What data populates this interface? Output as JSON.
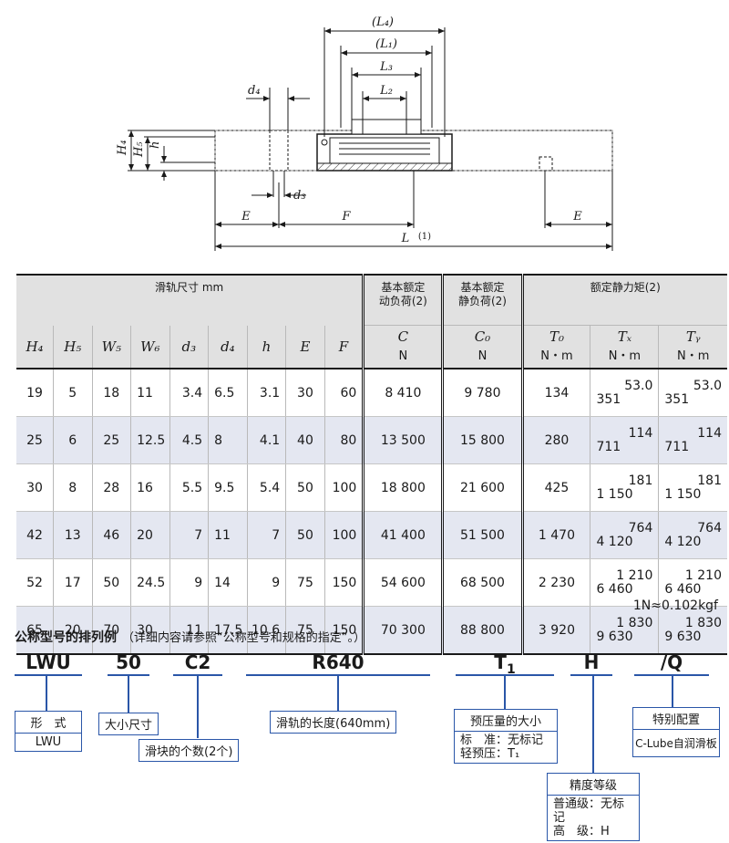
{
  "drawing": {
    "labels": {
      "L4": "(L₄)",
      "L1": "(L₁)",
      "L3": "L₃",
      "L2": "L₂",
      "d4": "d₄",
      "d3": "d₃",
      "H4": "H₄",
      "H5": "H₅",
      "h": "h",
      "E": "E",
      "F": "F",
      "L": "L",
      "L_note": "(1)"
    }
  },
  "table": {
    "group_headers": {
      "rail": "滑轨尺寸 mm",
      "dyn_line1": "基本额定",
      "dyn_line2": "动负荷(2)",
      "stat_line1": "基本额定",
      "stat_line2": "静负荷(2)",
      "moment": "额定静力矩(2)"
    },
    "symbols": [
      "H₄",
      "H₅",
      "W₅",
      "W₆",
      "d₃",
      "d₄",
      "h",
      "E",
      "F"
    ],
    "load_symbols": [
      {
        "sym": "C",
        "unit": "N"
      },
      {
        "sym": "C₀",
        "unit": "N"
      },
      {
        "sym": "T₀",
        "unit": "N・m"
      },
      {
        "sym": "Tₓ",
        "unit": "N・m"
      },
      {
        "sym": "Tᵧ",
        "unit": "N・m"
      }
    ],
    "rows": [
      {
        "H4": "19",
        "H5": "5",
        "W5": "18",
        "W6": "11",
        "d3": "3.4",
        "d4": "6.5",
        "h": "3.1",
        "E": "30",
        "F": "60",
        "C": "8 410",
        "C0": "9 780",
        "T0": "134",
        "TX_a": "53.0",
        "TX_b": "351",
        "TY_a": "53.0",
        "TY_b": "351"
      },
      {
        "H4": "25",
        "H5": "6",
        "W5": "25",
        "W6": "12.5",
        "d3": "4.5",
        "d4": "8",
        "h": "4.1",
        "E": "40",
        "F": "80",
        "C": "13 500",
        "C0": "15 800",
        "T0": "280",
        "TX_a": "114",
        "TX_b": "711",
        "TY_a": "114",
        "TY_b": "711"
      },
      {
        "H4": "30",
        "H5": "8",
        "W5": "28",
        "W6": "16",
        "d3": "5.5",
        "d4": "9.5",
        "h": "5.4",
        "E": "50",
        "F": "100",
        "C": "18 800",
        "C0": "21 600",
        "T0": "425",
        "TX_a": "181",
        "TX_b": "1 150",
        "TY_a": "181",
        "TY_b": "1 150"
      },
      {
        "H4": "42",
        "H5": "13",
        "W5": "46",
        "W6": "20",
        "d3": "7",
        "d4": "11",
        "h": "7",
        "E": "50",
        "F": "100",
        "C": "41 400",
        "C0": "51 500",
        "T0": "1 470",
        "TX_a": "764",
        "TX_b": "4 120",
        "TY_a": "764",
        "TY_b": "4 120"
      },
      {
        "H4": "52",
        "H5": "17",
        "W5": "50",
        "W6": "24.5",
        "d3": "9",
        "d4": "14",
        "h": "9",
        "E": "75",
        "F": "150",
        "C": "54 600",
        "C0": "68 500",
        "T0": "2 230",
        "TX_a": "1 210",
        "TX_b": "6 460",
        "TY_a": "1 210",
        "TY_b": "6 460"
      },
      {
        "H4": "65",
        "H5": "20",
        "W5": "70",
        "W6": "30",
        "d3": "11",
        "d4": "17.5",
        "h": "10.6",
        "E": "75",
        "F": "150",
        "C": "70 300",
        "C0": "88 800",
        "T0": "3 920",
        "TX_a": "1 830",
        "TX_b": "9 630",
        "TY_a": "1 830",
        "TY_b": "9 630"
      }
    ],
    "note": "1N≈0.102kgf"
  },
  "model": {
    "title": "公称型号的排列例",
    "subtitle": "（详细内容请参照“公称型号和规格的指定”。）",
    "codes": {
      "lwu": "LWU",
      "size": "50",
      "c2": "C2",
      "r": "R640",
      "t": "T",
      "t_sub": "1",
      "h": "H",
      "q": "/Q"
    },
    "boxes": {
      "form_title": "形　式",
      "form_val": "LWU",
      "size": "大小尺寸",
      "blocks": "滑块的个数(2个)",
      "length": "滑轨的长度(640mm)",
      "preload_title": "预压量的大小",
      "preload_1": "标　准：无标记",
      "preload_2": "轻预压：T₁",
      "special_title": "特别配置",
      "special_val": "C-Lube自润滑板",
      "acc_title": "精度等级",
      "acc_1": "普通级：无标记",
      "acc_2": "高　级：H"
    }
  }
}
